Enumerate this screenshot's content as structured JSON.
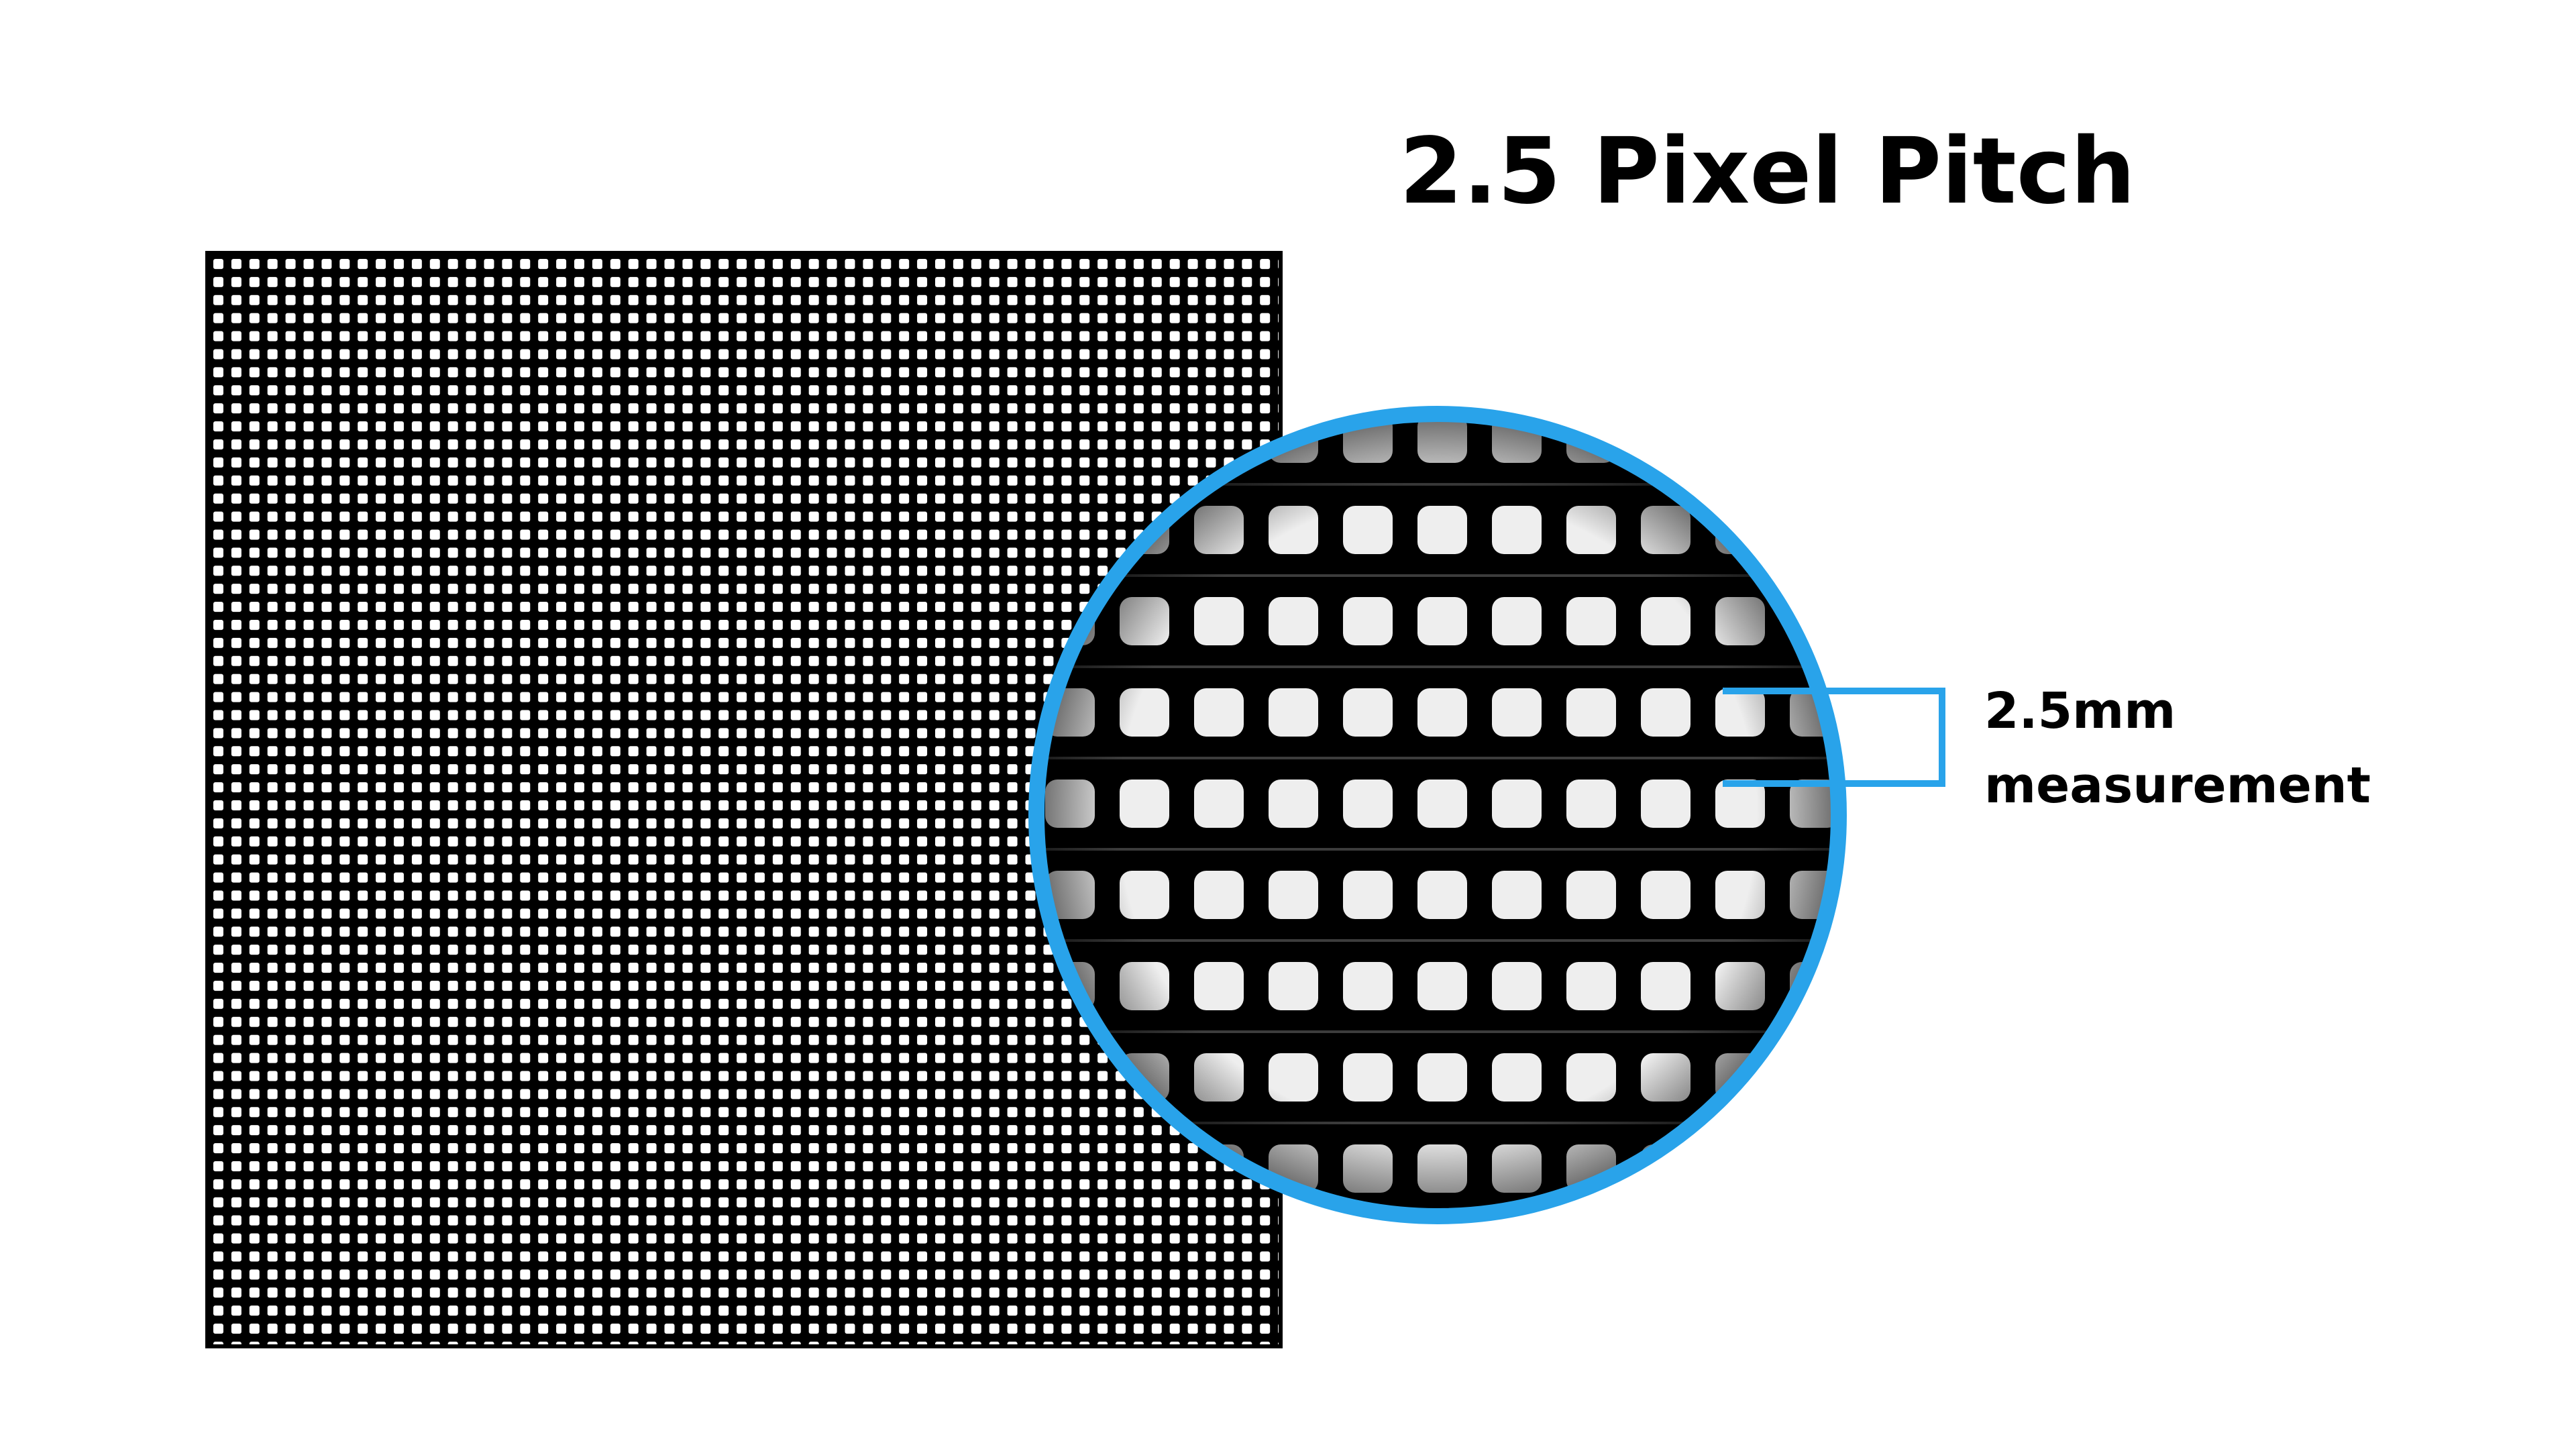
{
  "title": "2.5 Pixel Pitch",
  "callout": {
    "line1": "2.5mm",
    "line2": "measurement"
  },
  "colors": {
    "background": "#ffffff",
    "panel": "#000000",
    "led": "#ffffff",
    "zoom_led": "#eeeeee",
    "accent": "#29a3ea",
    "text": "#000000"
  }
}
